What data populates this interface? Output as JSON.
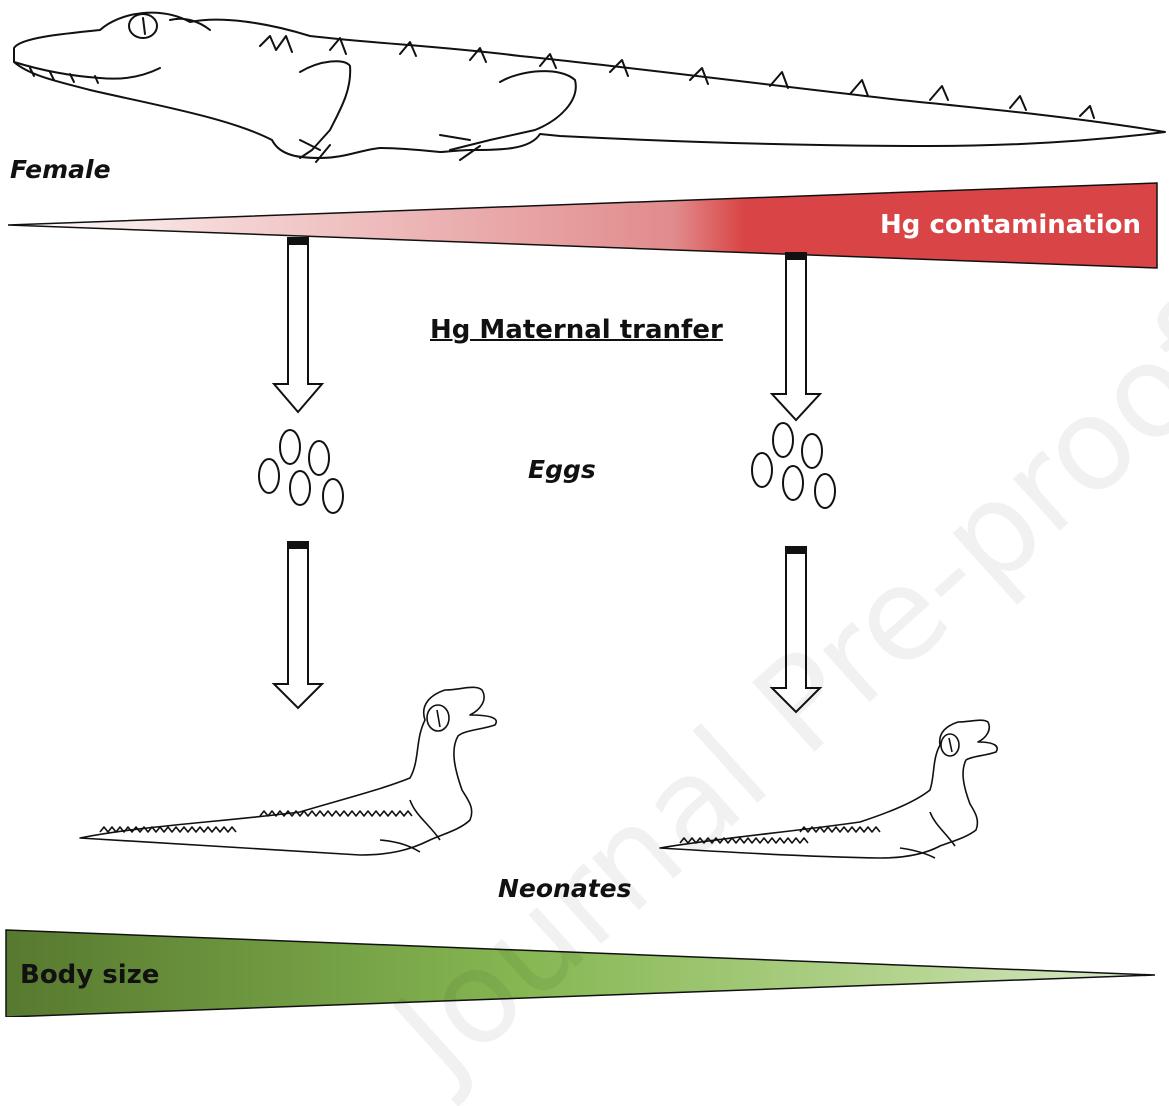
{
  "labels": {
    "female": "Female",
    "hg_contamination": "Hg contamination",
    "maternal_transfer": "Hg Maternal tranfer",
    "eggs": "Eggs",
    "neonates": "Neonates",
    "body_size": "Body size"
  },
  "watermark": "Journal Pre-proof",
  "colors": {
    "hg_gradient_light": "#f4d4d4",
    "hg_gradient_dark": "#d94546",
    "body_gradient_dark": "#5a7d35",
    "body_gradient_mid": "#8bbb55",
    "body_gradient_light": "#c2dca6",
    "outline": "#111111"
  }
}
